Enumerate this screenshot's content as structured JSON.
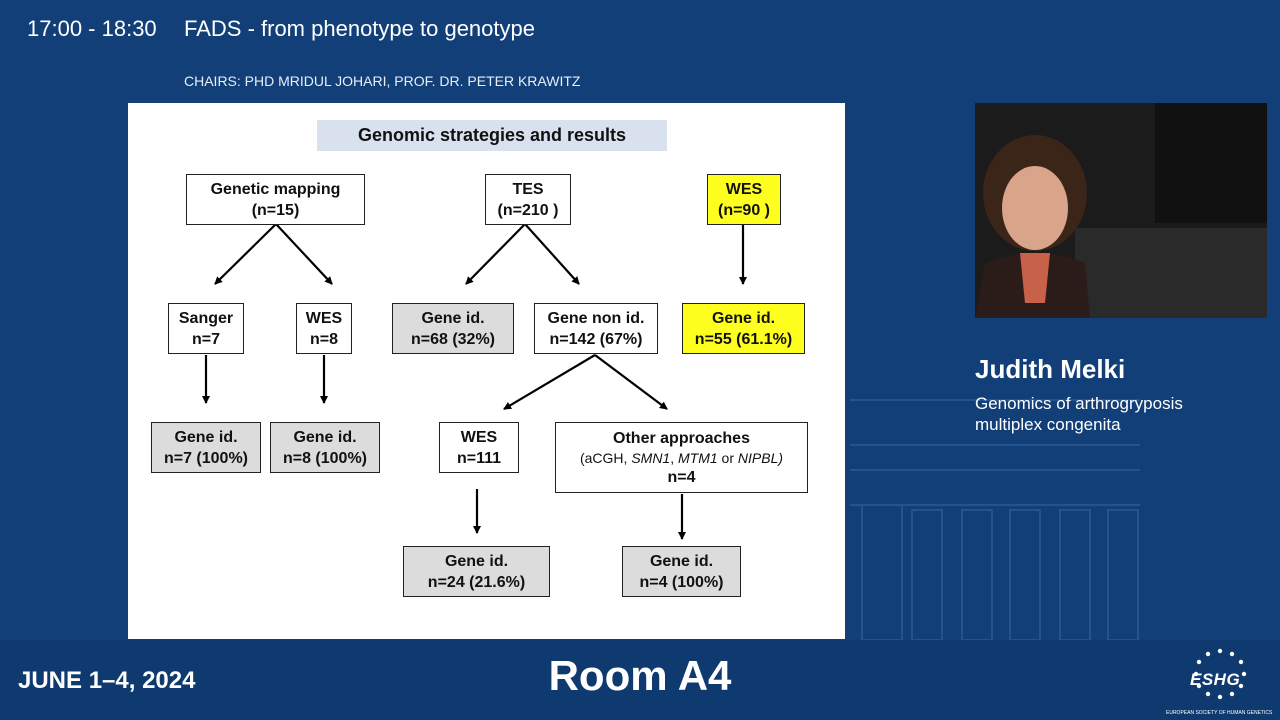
{
  "header": {
    "time": "17:00 - 18:30",
    "title": "FADS - from phenotype to genotype",
    "chairs": "CHAIRS: PHD MRIDUL JOHARI, PROF. DR. PETER KRAWITZ"
  },
  "slide": {
    "title": "Genomic strategies and results",
    "boxes": {
      "genetic_mapping": [
        "Genetic mapping",
        "(n=15)"
      ],
      "tes": [
        "TES",
        "(n=210 )"
      ],
      "wes_top": [
        "WES",
        "(n=90 )"
      ],
      "sanger": [
        "Sanger",
        "n=7"
      ],
      "wes_mid": [
        "WES",
        "n=8"
      ],
      "gene_id_68": [
        "Gene id.",
        "n=68 (32%)"
      ],
      "gene_non_id": [
        "Gene non id.",
        "n=142 (67%)"
      ],
      "gene_id_55": [
        "Gene id.",
        "n=55 (61.1%)"
      ],
      "gene_id_7": [
        "Gene id.",
        "n=7 (100%)"
      ],
      "gene_id_8": [
        "Gene id.",
        "n=8 (100%)"
      ],
      "wes_111": [
        "WES",
        "n=111"
      ],
      "other": {
        "title": "Other approaches",
        "detail_prefix": "(aCGH, ",
        "gene1": "SMN1",
        "sep1": ", ",
        "gene2": "MTM1",
        "sep2": " or ",
        "gene3": "NIPBL)",
        "count": "n=4"
      },
      "gene_id_24": [
        "Gene id.",
        "n=24 (21.6%)"
      ],
      "gene_id_4": [
        "Gene id.",
        "n=4 (100%)"
      ]
    }
  },
  "speaker": {
    "name": "Judith Melki",
    "talk_line1": "Genomics of arthrogryposis",
    "talk_line2": "multiplex congenita"
  },
  "footer": {
    "date": "JUNE 1–4, 2024",
    "room": "Room A4",
    "logo": "ESHG",
    "logo_sub": "EUROPEAN SOCIETY OF HUMAN GENETICS"
  },
  "colors": {
    "background": "#123f78",
    "highlight_yellow": "#ffff1f",
    "result_grey": "#dcdcdc",
    "title_band": "#d9e1ee"
  }
}
